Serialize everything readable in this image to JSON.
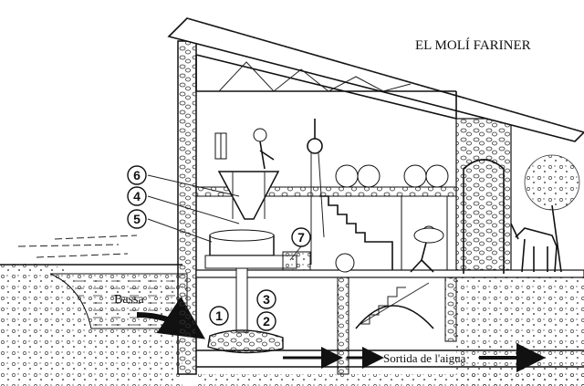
{
  "diagram": {
    "title": "EL MOLÍ FARINER",
    "labels": {
      "pond": "Bassa",
      "water_exit": "Sortida de l'aigua"
    },
    "callouts": [
      "1",
      "2",
      "3",
      "4",
      "5",
      "6",
      "7"
    ]
  }
}
